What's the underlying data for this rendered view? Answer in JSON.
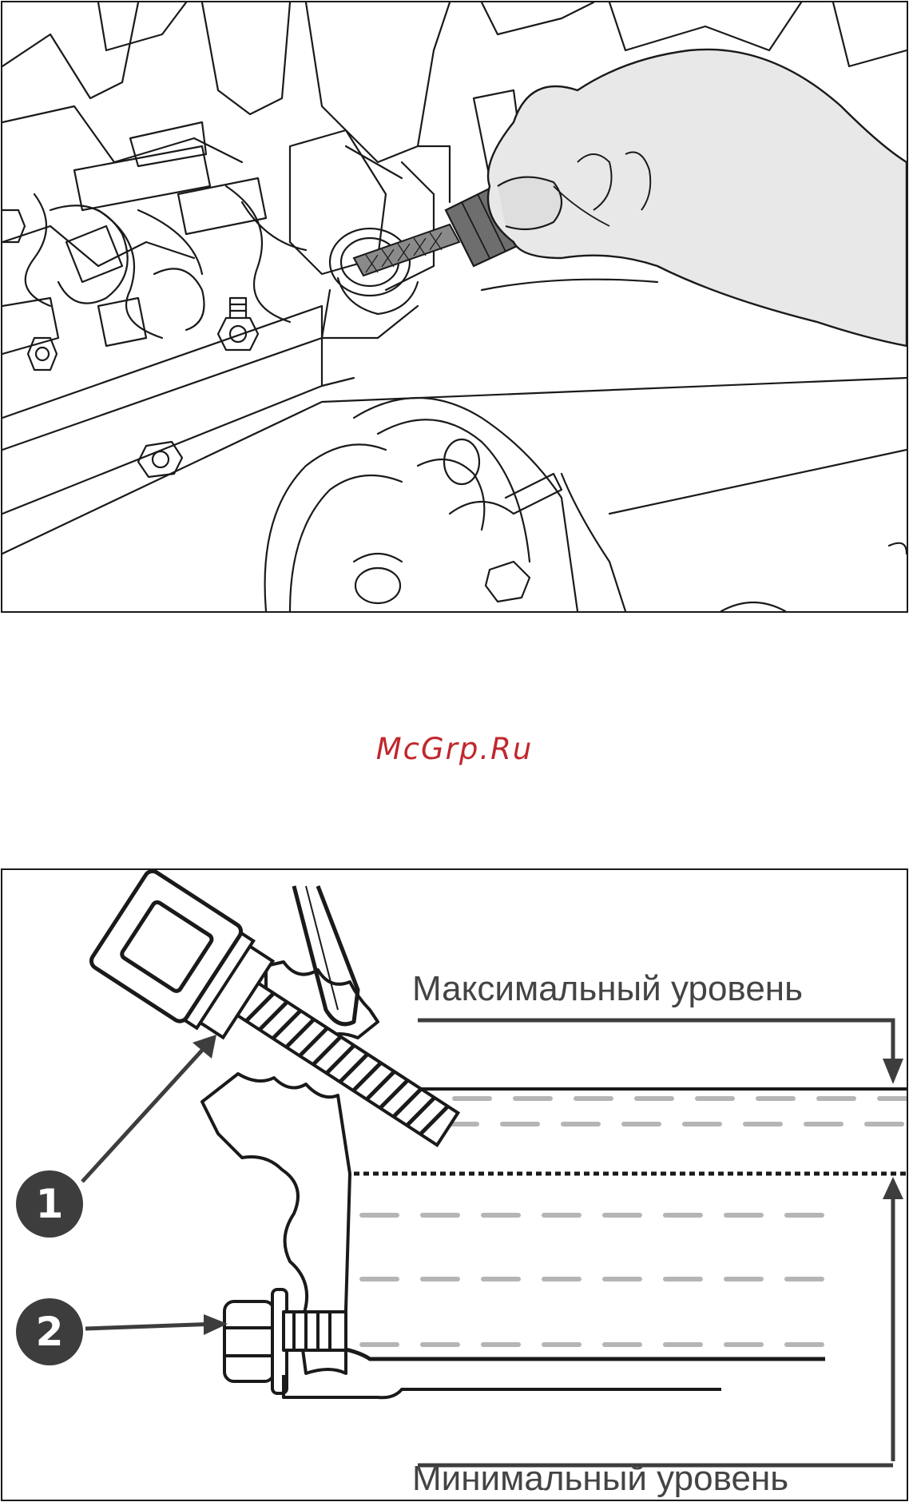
{
  "watermark": "McGrp.Ru",
  "oil_level_diagram": {
    "max_level_label": "Максимальный уровень",
    "min_level_label": "Минимальный уровень",
    "callouts": [
      "1",
      "2"
    ]
  },
  "colors": {
    "watermark": "#c0272d",
    "line_art": "#1a1a1a",
    "glove_fill": "#e8e8e8",
    "callout_fill": "#3d3d3d",
    "oil_dash": "#b5b5b5"
  }
}
